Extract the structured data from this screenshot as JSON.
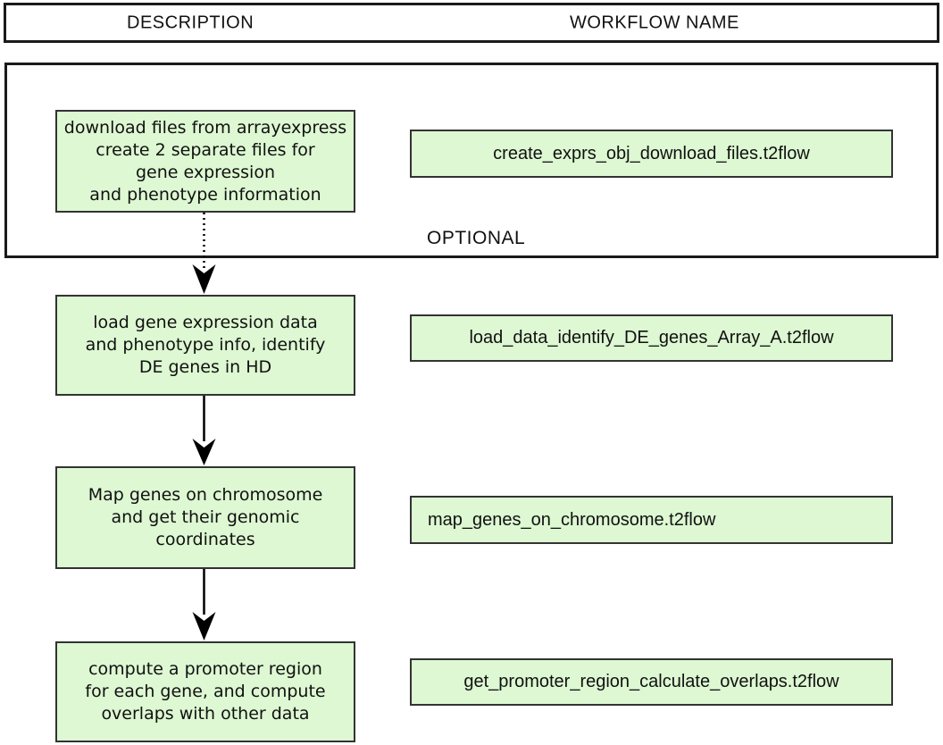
{
  "header": {
    "description_label": "DESCRIPTION",
    "workflow_label": "WORKFLOW NAME"
  },
  "optional_label": "OPTIONAL",
  "rows": [
    {
      "description": "download files from arrayexpress\ncreate 2 separate files for\ngene expression\nand phenotype information",
      "workflow": "create_exprs_obj_download_files.t2flow"
    },
    {
      "description": "load gene expression data\nand phenotype info, identify\nDE genes in HD",
      "workflow": "load_data_identify_DE_genes_Array_A.t2flow"
    },
    {
      "description": "Map genes on chromosome\nand get their genomic\ncoordinates",
      "workflow": "map_genes_on_chromosome.t2flow"
    },
    {
      "description": "compute a promoter region\nfor each gene, and compute\noverlaps with other data",
      "workflow": "get_promoter_region_calculate_overlaps.t2flow"
    }
  ],
  "colors": {
    "box_fill": "#ddf8d2",
    "box_border": "#333333",
    "frame_border": "#1a1a1a",
    "arrow": "#000000",
    "text": "#111111"
  }
}
